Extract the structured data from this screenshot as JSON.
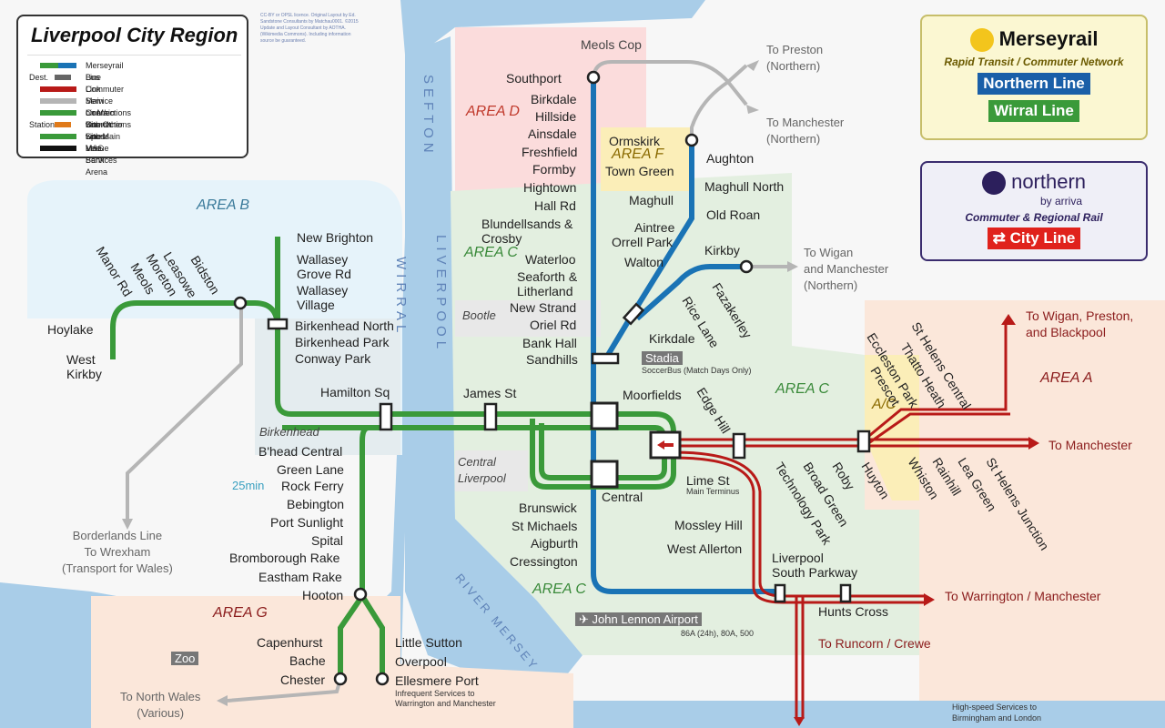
{
  "title": "Liverpool City Region",
  "legend": {
    "items": [
      {
        "icon": "merseyrail-line-icon",
        "label": "Merseyrail Line"
      },
      {
        "icon": "bus-link-icon",
        "label": "Bus Link",
        "code": "Dest."
      },
      {
        "icon": "commuter-service-icon",
        "label": "Commuter Service on Main Line"
      },
      {
        "icon": "main-line-icon",
        "label": "Main Line / Branch Line"
      },
      {
        "icon": "connection-icon",
        "label": "Connections with Other Lines"
      },
      {
        "icon": "main-line-connection-icon",
        "label": "Connections with Main Line Services",
        "code": "Station"
      },
      {
        "icon": "sports-venue-icon",
        "label": "Sports Venue"
      },
      {
        "icon": "arena-icon",
        "label": "M&S Bank Arena"
      }
    ]
  },
  "credits": "CC-BY or OPSL licence. Original Layout by Ed. Sandstone Consultants by Matchau0001. ©2015 Update and Layout Consultant by AOTHA. (Wikimedia Commons). Including information source be guaranteed.",
  "merseyrail_box": {
    "brand": "Merseyrail",
    "subtitle": "Rapid Transit / Commuter Network",
    "northern": "Northern Line",
    "wirral": "Wirral Line"
  },
  "northern_box": {
    "brand": "northern",
    "by": "by arriva",
    "subtitle": "Commuter & Regional Rail",
    "city": "City Line"
  },
  "water_labels": {
    "sefton": "SEFTON",
    "liverpool": "LIVERPOOL",
    "wirral": "WIRRAL",
    "mersey": "RIVER MERSEY"
  },
  "areas": {
    "a": "AREA A",
    "b": "AREA B",
    "c1": "AREA C",
    "c2": "AREA C",
    "c3": "AREA C",
    "d": "AREA D",
    "f": "AREA F",
    "g": "AREA G",
    "ac": "A/C"
  },
  "districts": {
    "bootle": "Bootle",
    "birkenhead": "Birkenhead",
    "central": "Central\nLiverpool"
  },
  "stations": {
    "meols_cop": "Meols Cop",
    "southport": "Southport",
    "birkdale": "Birkdale",
    "hillside": "Hillside",
    "ainsdale": "Ainsdale",
    "freshfield": "Freshfield",
    "formby": "Formby",
    "hightown": "Hightown",
    "hall_rd": "Hall Rd",
    "blundellsands": "Blundellsands &\nCrosby",
    "waterloo": "Waterloo",
    "seaforth": "Seaforth &\nLitherland",
    "new_strand": "New Strand",
    "oriel_rd": "Oriel Rd",
    "bank_hall": "Bank Hall",
    "sandhills": "Sandhills",
    "ormskirk": "Ormskirk",
    "town_green": "Town Green",
    "aughton": "Aughton",
    "maghull": "Maghull",
    "maghull_north": "Maghull North",
    "aintree": "Aintree",
    "old_roan": "Old Roan",
    "orrell_park": "Orrell Park",
    "kirkby": "Kirkby",
    "walton": "Walton",
    "rice_lane": "Rice Lane",
    "fazakerley": "Fazakerley",
    "kirkdale": "Kirkdale",
    "new_brighton": "New Brighton",
    "wallasey_grove": "Wallasey\nGrove Rd",
    "wallasey_village": "Wallasey\nVillage",
    "birkenhead_north": "Birkenhead North",
    "birkenhead_park": "Birkenhead Park",
    "conway_park": "Conway Park",
    "hamilton_sq": "Hamilton Sq",
    "james_st": "James St",
    "moorfields": "Moorfields",
    "central": "Central",
    "lime_st": "Lime St",
    "edge_hill": "Edge Hill",
    "hoylake": "Hoylake",
    "west_kirkby": "West\nKirkby",
    "manor_rd": "Manor Rd",
    "meols": "Meols",
    "moreton": "Moreton",
    "leasowe": "Leasowe",
    "bidston": "Bidston",
    "bhead_central": "B'head Central",
    "green_lane": "Green Lane",
    "rock_ferry": "Rock Ferry",
    "bebington": "Bebington",
    "port_sunlight": "Port Sunlight",
    "spital": "Spital",
    "bromborough_rake": "Bromborough Rake",
    "eastham_rake": "Eastham Rake",
    "hooton": "Hooton",
    "capenhurst": "Capenhurst",
    "bache": "Bache",
    "chester": "Chester",
    "little_sutton": "Little Sutton",
    "overpool": "Overpool",
    "ellesmere_port": "Ellesmere Port",
    "brunswick": "Brunswick",
    "st_michaels": "St Michaels",
    "aigburth": "Aigburth",
    "cressington": "Cressington",
    "mossley_hill": "Mossley Hill",
    "west_allerton": "West Allerton",
    "south_parkway": "Liverpool\nSouth Parkway",
    "hunts_cross": "Hunts Cross",
    "technology_park": "Technology Park",
    "broad_green": "Broad Green",
    "roby": "Roby",
    "huyton": "Huyton",
    "whiston": "Whiston",
    "rainhill": "Rainhill",
    "lea_green": "Lea Green",
    "st_helens_junction": "St Helens Junction",
    "prescot": "Prescot",
    "eccleston_park": "Eccleston Park",
    "thatto_heath": "Thatto Heath",
    "st_helens_central": "St Helens Central"
  },
  "notes": {
    "lime_st_sub": "Main Terminus",
    "stadia": "Stadia",
    "soccerbus": "SoccerBus (Match Days Only)",
    "rock_ferry_time": "25min",
    "airport": "John Lennon Airport",
    "airport_buses": "86A (24h), 80A, 500",
    "zoo": "Zoo",
    "ellesmere_sub": "Infrequent Services to\nWarrington and Manchester",
    "highspeed": "High-speed Services to\nBirmingham and London",
    "borderlands": "Borderlands Line\nTo Wrexham\n(Transport for Wales)"
  },
  "destinations": {
    "preston": "To Preston\n(Northern)",
    "manchester_n": "To Manchester\n(Northern)",
    "wigan_manchester": "To Wigan\nand Manchester\n(Northern)",
    "wigan_preston": "To Wigan, Preston,\nand Blackpool",
    "manchester": "To Manchester",
    "warrington": "To Warrington / Manchester",
    "runcorn": "To Runcorn / Crewe",
    "north_wales": "To North Wales\n(Various)"
  },
  "colors": {
    "northern_line": "#1a73b5",
    "wirral_line": "#3a9a3a",
    "city_line": "#c0201e",
    "main_line": "#b0b0b0",
    "water": "#a9cde8"
  }
}
